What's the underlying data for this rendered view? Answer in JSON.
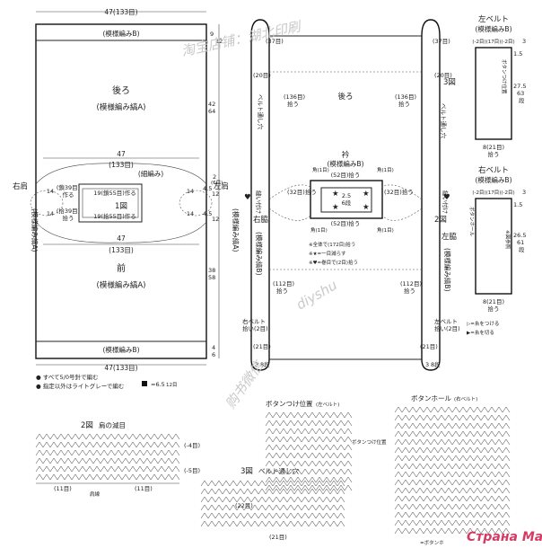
{
  "main": {
    "width_label": "47(133目)",
    "top_border": "(模様編みB)",
    "back_name": "後ろ",
    "back_pattern": "(模様編み縞A)",
    "width_inner": "47",
    "width_inner_sts": "(133目)",
    "fine_knit": "(細編み)",
    "right_shoulder": "右肩",
    "right_shoulder_pattern": "(模様編み縞A)",
    "left_shoulder": "左肩",
    "left_shoulder_pattern": "(模様編み縞A)",
    "fig1": "1図",
    "row_l1": "(鎖39目)",
    "row_l1b": "作る",
    "row_c1": "19(鎖55目)作る",
    "row_c2": "19(拾55目)作る",
    "row_l2": "(拾39目)",
    "row_l2b": "拾う",
    "num_14a": "14",
    "num_14b": "14",
    "num_14c": "14",
    "num_14d": "14",
    "width_mid": "47",
    "width_mid_sts": "(133目)",
    "front_name": "前",
    "front_pattern": "(模様編み縞A)",
    "bottom_border": "(模様編みB)",
    "width_bottom": "47(133目)",
    "dim_9": "9",
    "dim_12": "12",
    "dim_42": "42",
    "dim_64": "64",
    "dim_2": "2",
    "dim_6": "(6目)",
    "dim_45a": "4.5",
    "dim_12b": "12",
    "dim_45b": "4.5",
    "dim_12c": "12",
    "dim_38": "38",
    "dim_58": "58",
    "dim_4": "4",
    "dim_6b": "6",
    "note1": "● すべて5/0号針で編む",
    "note2": "● 指定以外はライトグレーで編む",
    "gauge": "=6.5",
    "gauge_sts": "12目"
  },
  "tube": {
    "top_37": "(37目)",
    "shoulder_20": "(20目)",
    "fig3_ref": "3図",
    "back_label": "後ろ",
    "belt_hole_l": "ベルト通し穴",
    "belt_hole_r": "ベルト通し穴",
    "left_136": "(136目)",
    "left_136b": "拾う",
    "right_136": "(136目)",
    "right_136b": "拾う",
    "collar": "衿",
    "collar_pattern": "(模様編みB)",
    "corner_tl": "角(1目)",
    "corner_tr": "角(1目)",
    "top_52": "(52目)拾う",
    "left_32": "(32目)拾う",
    "right_32": "(32目)拾う",
    "bot_52": "(52目)拾う",
    "corner_bl": "角(1目)",
    "corner_br": "角(1目)",
    "collar_h": "2.5",
    "collar_h2": "6段",
    "total_172": "※全体で(172目)拾う",
    "mark_star": "※★=一目減らす",
    "mark_heart": "※♥=巻目で(2目)拾う",
    "right_side": "右脇",
    "right_side_pattern": "(模様編み縞B)",
    "left_side": "左脇",
    "left_side_pattern": "(模様編み縞B)",
    "sew_l": "縫い付け",
    "sew_r": "縫い付け",
    "left_112": "(112目)",
    "left_112b": "拾う",
    "right_112": "(112目)",
    "right_112b": "拾う",
    "right_belt": "右ベルト",
    "right_belt2": "拾い(2目)",
    "left_belt": "左ベルト",
    "left_belt2": "拾い(2目)",
    "bot_21l": "(21目)",
    "bot_21r": "(21目)",
    "bot_3l": "3",
    "bot_8l": "8段",
    "bot_3r": "3",
    "bot_8r": "8段",
    "fig2_ref": "2図"
  },
  "belts": {
    "left_title": "左ベルト",
    "left_pattern": "(模様編みB)",
    "left_top": "(-2目)(17目)(-2目)",
    "left_top3": "3",
    "left_15": "1.5",
    "left_button": "ボタンつけ位置",
    "left_27": "27.5",
    "left_63": "63",
    "left_63b": "段",
    "left_8": "8(21目)",
    "left_8b": "拾う",
    "right_title": "右ベルト",
    "right_pattern": "(模様編みB)",
    "right_top": "(-2目)(17目)(-2目)",
    "right_top3": "3",
    "right_15": "1.5",
    "right_hole": "ボタンホール",
    "right_hole_note": "※図参照",
    "right_265": "26.5",
    "right_61": "61",
    "right_61b": "段",
    "right_8": "8(21目)",
    "right_8b": "拾う",
    "legend1": "▷=糸をつける",
    "legend2": "▶=糸を切る"
  },
  "charts": {
    "fig2_title": "2図",
    "fig2_sub": "肩の減目",
    "fig2_a": "(-4目)",
    "fig2_b": "(-5目)",
    "fig2_11l": "(11目)",
    "fig2_11r": "(11目)",
    "fig2_shoulder": "肩線",
    "fig3_title": "3図",
    "fig3_sub": "ベルト通し穴",
    "fig3_22": "(22目)",
    "fig3_bottom": "(21目)",
    "button_pos_title": "ボタンつけ位置",
    "button_pos_sub": "(左ベルト)",
    "button_pos_mark": "ボタンつけ位置",
    "button_hole_title": "ボタンホール",
    "button_hole_sub": "(右ベルト)",
    "button_hole_mark": "=ボタンホ"
  },
  "watermark": {
    "text1": "淘宝店铺：湖北印刷",
    "text2": "diyshu",
    "text3": "购书微信",
    "logo": "Страна Мам"
  }
}
